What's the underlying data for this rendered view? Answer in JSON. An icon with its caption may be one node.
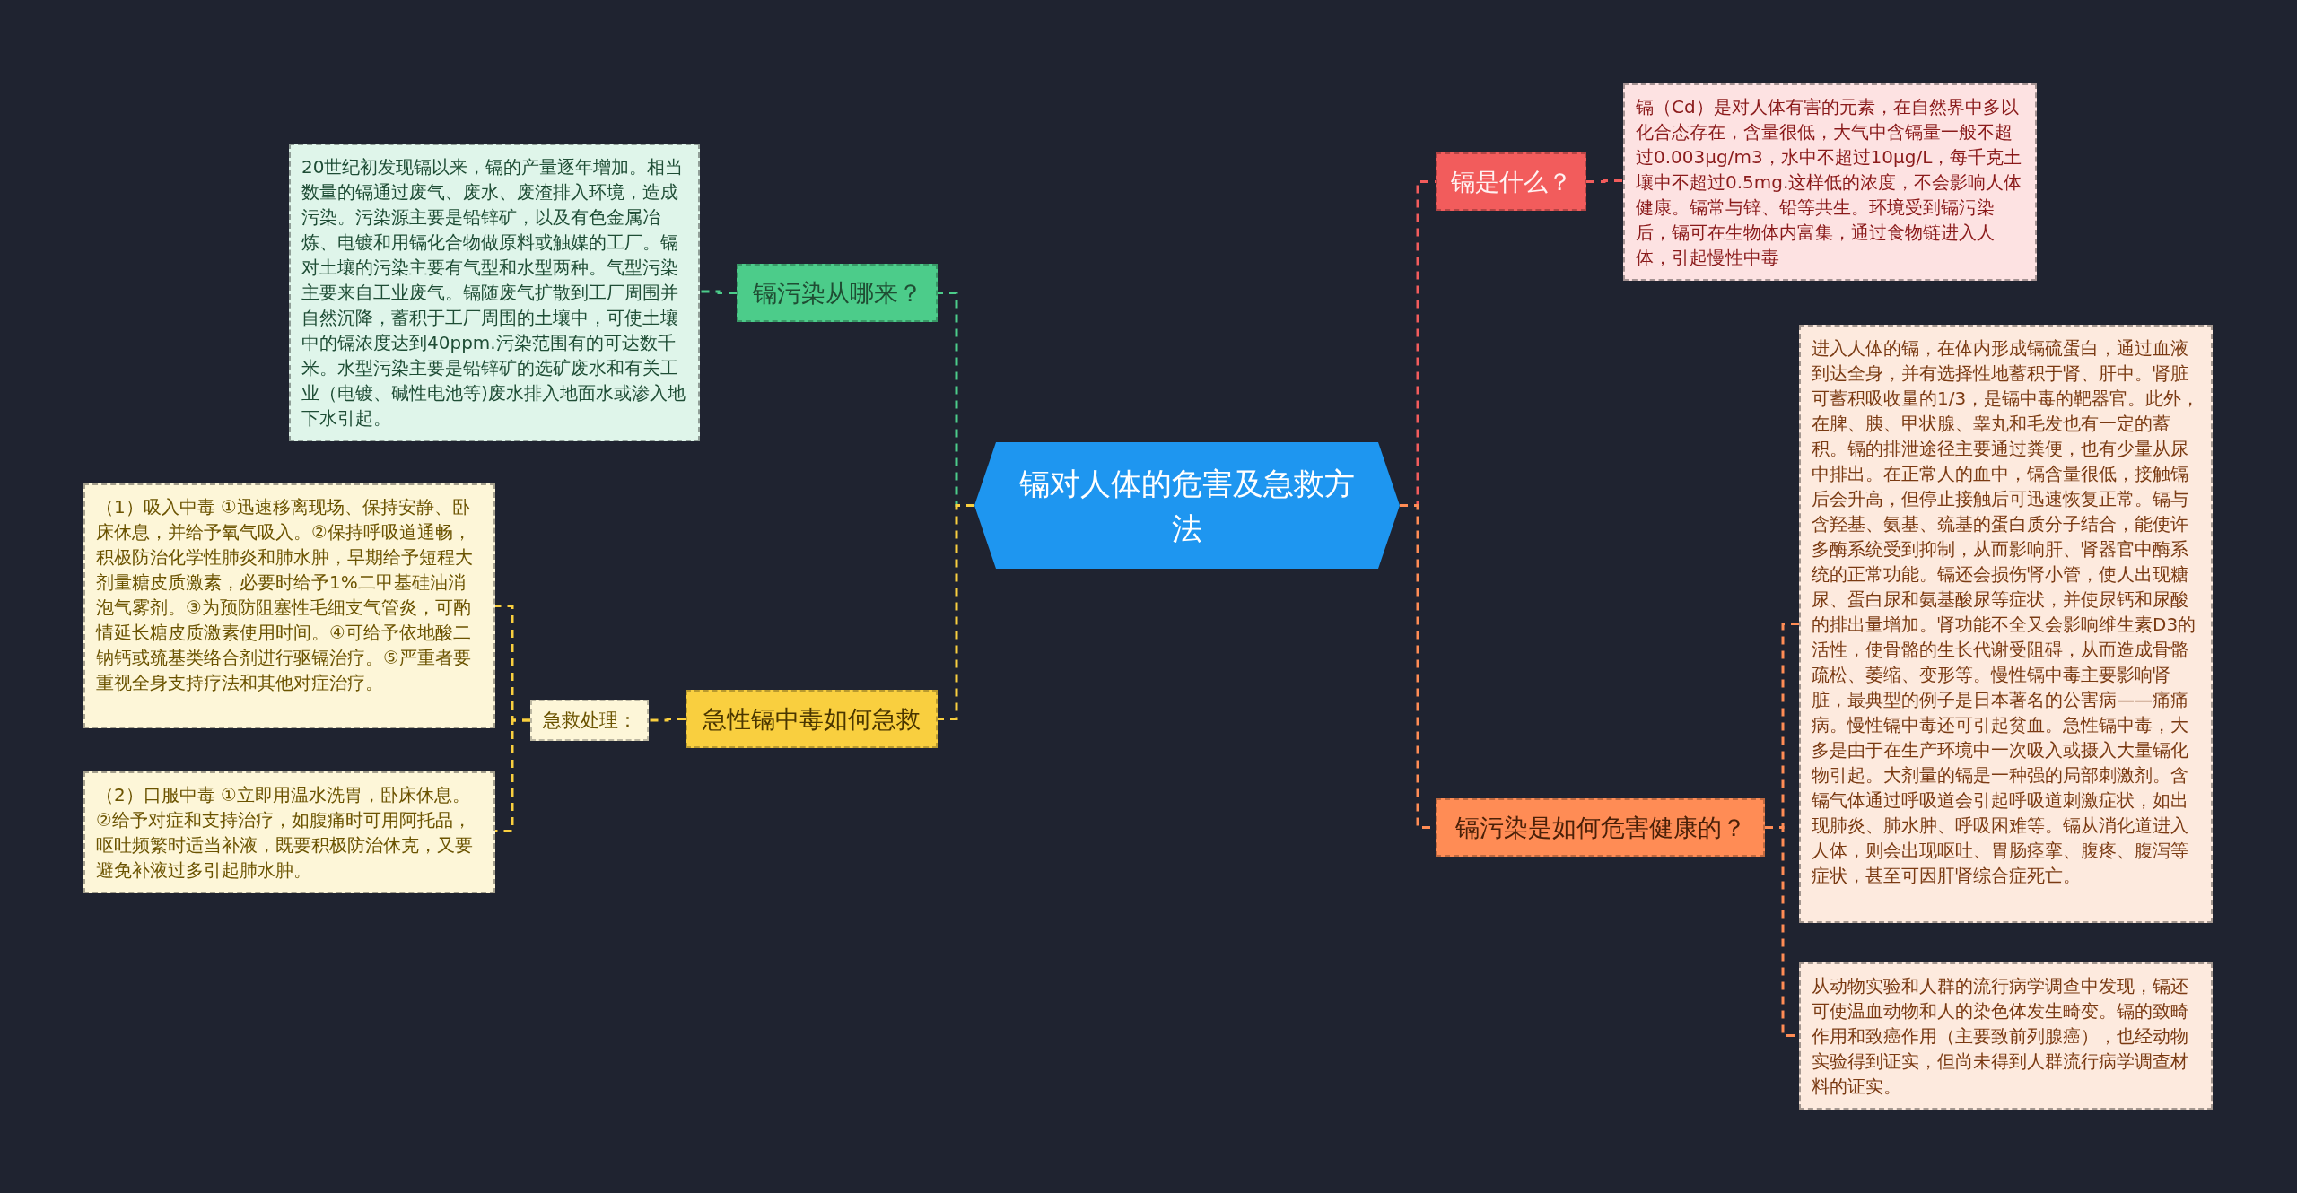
{
  "diagram": {
    "nodes": [
      {
        "text": [
          "镉对人体的危害及急救方法"
        ]
      },
      {
        "text": [
          "镉污染从哪来？"
        ]
      },
      {
        "text": [
          "20世纪初发现镉以来，镉的产量逐年增加。相当数量的镉通过废气、废水、废渣排入环境，造成污染。污染源主要是铅锌矿，以及有色金属冶炼、电镀和用镉化合物做原料或触媒的工厂。镉对土壤的污染主要有气型和水型两种。气型污染主要来自工业废气。镉随废气扩散到工厂周围并自然沉降，蓄积于工厂周围的土壤中，可使土壤中的镉浓度达到40ppm.污染范围有的可达数千米。水型污染主要是铅锌矿的选矿废水和有关工业（电镀、碱性电池等)废水排入地面水或渗入地下水引起。"
        ]
      },
      {
        "text": [
          "急性镉中毒如何急救"
        ]
      },
      {
        "text": [
          "急救处理："
        ]
      },
      {
        "text": [
          "（1）吸入中毒 ①迅速移离现场、保持安静、卧床休息，并给予氧气吸入。②保持呼吸道通畅，积极防治化学性肺炎和肺水肿，早期给予短程大剂量糖皮质激素，必要时给予1%二甲基硅油消泡气雾剂。③为预防阻塞性毛细支气管炎，可酌情延长糖皮质激素使用时间。④可给予依地酸二钠钙或巯基类络合剂进行驱镉治疗。⑤严重者要重视全身支持疗法和其他对症治疗。"
        ]
      },
      {
        "text": [
          "（2）口服中毒 ①立即用温水洗胃，卧床休息。②给予对症和支持治疗，如腹痛时可用阿托品，呕吐频繁时适当补液，既要积极防治休克，又要避免补液过多引起肺水肿。"
        ]
      },
      {
        "text": [
          "镉是什么？"
        ]
      },
      {
        "text": [
          "镉（Cd）是对人体有害的元素，在自然界中多以化合态存在，含量很低，大气中含镉量一般不超过0.003μg/m3，水中不超过10μg/L，每千克土壤中不超过0.5mg.这样低的浓度，不会影响人体健康。镉常与锌、铅等共生。环境受到镉污染后，镉可在生物体内富集，通过食物链进入人体，引起慢性中毒"
        ]
      },
      {
        "text": [
          "镉污染是如何危害健康的？"
        ]
      },
      {
        "text": [
          "进入人体的镉，在体内形成镉硫蛋白，通过血液到达全身，并有选择性地蓄积于肾、肝中。肾脏可蓄积吸收量的1/3，是镉中毒的靶器官。此外，在脾、胰、甲状腺、睾丸和毛发也有一定的蓄积。镉的排泄途径主要通过粪便，也有少量从尿中排出。在正常人的血中，镉含量很低，接触镉后会升高，但停止接触后可迅速恢复正常。镉与含羟基、氨基、巯基的蛋白质分子结合，能使许多酶系统受到抑制，从而影响肝、肾器官中酶系统的正常功能。镉还会损伤肾小管，使人出现糖尿、蛋白尿和氨基酸尿等症状，并使尿钙和尿酸的排出量增加。肾功能不全又会影响维生素D3的活性，使骨骼的生长代谢受阻碍，从而造成骨骼疏松、萎缩、变形等。慢性镉中毒主要影响肾脏，最典型的例子是日本著名的公害病——痛痛病。慢性镉中毒还可引起贫血。急性镉中毒，大多是由于在生产环境中一次吸入或摄入大量镉化物引起。大剂量的镉是一种强的局部刺激剂。含镉气体通过呼吸道会引起呼吸道刺激症状，如出现肺炎、肺水肿、呼吸困难等。镉从消化道进入人体，则会出现呕吐、胃肠痉挛、腹疼、腹泻等症状，甚至可因肝肾综合症死亡。"
        ]
      },
      {
        "text": [
          "从动物实验和人群的流行病学调查中发现，镉还可使温血动物和人的染色体发生畸变。镉的致畸作用和致癌作用（主要致前列腺癌），也经动物实验得到证实，但尚未得到人群流行病学调查材料的证实。"
        ]
      }
    ],
    "edges": [
      {
        "from": 0,
        "to": 1,
        "arrow": "none",
        "style": "dashed",
        "color": "#4ccc8a"
      },
      {
        "from": 1,
        "to": 2,
        "arrow": "none",
        "style": "dashed",
        "color": "#4ccc8a"
      },
      {
        "from": 0,
        "to": 3,
        "arrow": "none",
        "style": "dashed",
        "color": "#f9cf3f"
      },
      {
        "from": 3,
        "to": 4,
        "arrow": "none",
        "style": "dashed",
        "color": "#f9cf3f"
      },
      {
        "from": 4,
        "to": 5,
        "arrow": "none",
        "style": "dashed",
        "color": "#f9cf3f"
      },
      {
        "from": 4,
        "to": 6,
        "arrow": "none",
        "style": "dashed",
        "color": "#f9cf3f"
      },
      {
        "from": 0,
        "to": 7,
        "arrow": "none",
        "style": "dashed",
        "color": "#f25c5c"
      },
      {
        "from": 7,
        "to": 8,
        "arrow": "none",
        "style": "dashed",
        "color": "#f25c5c"
      },
      {
        "from": 0,
        "to": 9,
        "arrow": "none",
        "style": "dashed",
        "color": "#ff8c55"
      },
      {
        "from": 9,
        "to": 10,
        "arrow": "none",
        "style": "dashed",
        "color": "#ff8c55"
      },
      {
        "from": 9,
        "to": 11,
        "arrow": "none",
        "style": "dashed",
        "color": "#ff8c55"
      }
    ]
  }
}
